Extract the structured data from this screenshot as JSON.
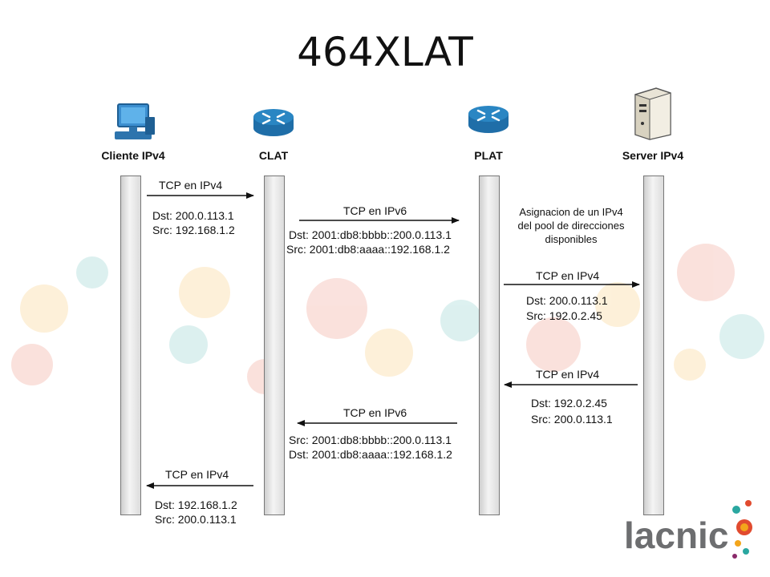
{
  "title": "464XLAT",
  "actors": [
    {
      "label": "Cliente IPv4",
      "icon": "computer-icon"
    },
    {
      "label": "CLAT",
      "icon": "router-icon"
    },
    {
      "label": "PLAT",
      "icon": "router-icon"
    },
    {
      "label": "Server IPv4",
      "icon": "server-icon"
    }
  ],
  "messages": [
    {
      "label": "TCP en IPv4",
      "lines": [
        "Dst: 200.0.113.1",
        "Src: 192.168.1.2"
      ]
    },
    {
      "label": "TCP en IPv6",
      "lines": [
        "Dst: 2001:db8:bbbb::200.0.113.1",
        "Src: 2001:db8:aaaa::192.168.1.2"
      ]
    },
    {
      "label": "TCP en IPv4",
      "lines": [
        "Dst: 200.0.113.1",
        "Src: 192.0.2.45"
      ]
    },
    {
      "label": "TCP en IPv4",
      "lines": [
        "Dst: 192.0.2.45",
        "Src: 200.0.113.1"
      ]
    },
    {
      "label": "TCP en IPv6",
      "lines": [
        "Src: 2001:db8:bbbb::200.0.113.1",
        "Dst: 2001:db8:aaaa::192.168.1.2"
      ]
    },
    {
      "label": "TCP en IPv4",
      "lines": [
        "Dst: 192.168.1.2",
        "Src: 200.0.113.1"
      ]
    }
  ],
  "note": [
    "Asignacion de un IPv4",
    "del pool de direcciones",
    "disponibles"
  ],
  "logo": {
    "text": "lacnic",
    "color": "#6d6e70",
    "accents": [
      "#e14b2f",
      "#f3a51b",
      "#2aa7a0",
      "#8a2a6a"
    ]
  },
  "colors": {
    "router": "#2a86c3",
    "lifeline_border": "#777777",
    "arrow": "#111111"
  }
}
